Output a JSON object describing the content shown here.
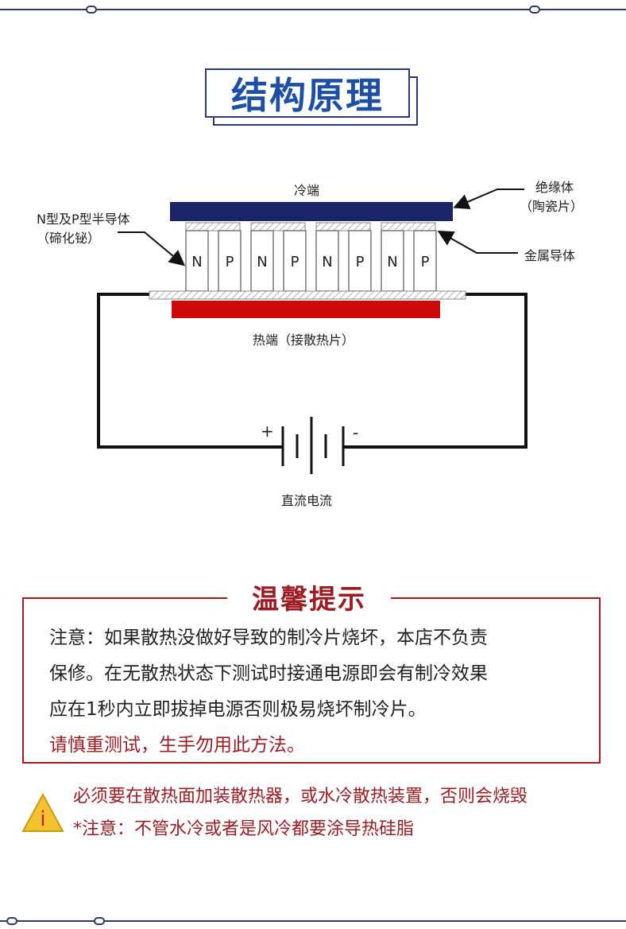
{
  "section_title": "结构原理",
  "diagram": {
    "cold_end_label": "冷端",
    "insulator_label_line1": "绝缘体",
    "insulator_label_line2": "（陶瓷片）",
    "semiconductor_label_line1": "N型及P型半导体",
    "semiconductor_label_line2": "（碲化铋）",
    "metal_conductor_label": "金属导体",
    "hot_end_label": "热端（接散热片）",
    "dc_label": "直流电流",
    "plus_sign": "+",
    "minus_sign": "-",
    "elements": [
      "N",
      "P",
      "N",
      "P",
      "N",
      "P",
      "N",
      "P"
    ],
    "colors": {
      "cold_plate": "#1a2466",
      "hot_plate": "#cc0a0a",
      "wire": "#111111"
    }
  },
  "notice": {
    "title": "温馨提示",
    "line1": "注意：如果散热没做好导致的制冷片烧坏，本店不负责",
    "line2": "保修。在无散热状态下测试时接通电源即会有制冷效果",
    "line3": "应在1秒内立即拔掉电源否则极易烧坏制冷片。",
    "line4": "请慎重测试，生手勿用此方法。"
  },
  "warning": {
    "icon": "warning-triangle-icon",
    "icon_glyph": "i",
    "line1": "必须要在散热面加装散热器，或水冷散热装置，否则会烧毁",
    "line2": "*注意：不管水冷或者是风冷都要涂导热硅脂"
  },
  "colors": {
    "accent_blue": "#1c4fa8",
    "frame_navy": "#2a3a6e",
    "accent_red": "#9e1b21",
    "warning_yellow": "#f2c230"
  }
}
